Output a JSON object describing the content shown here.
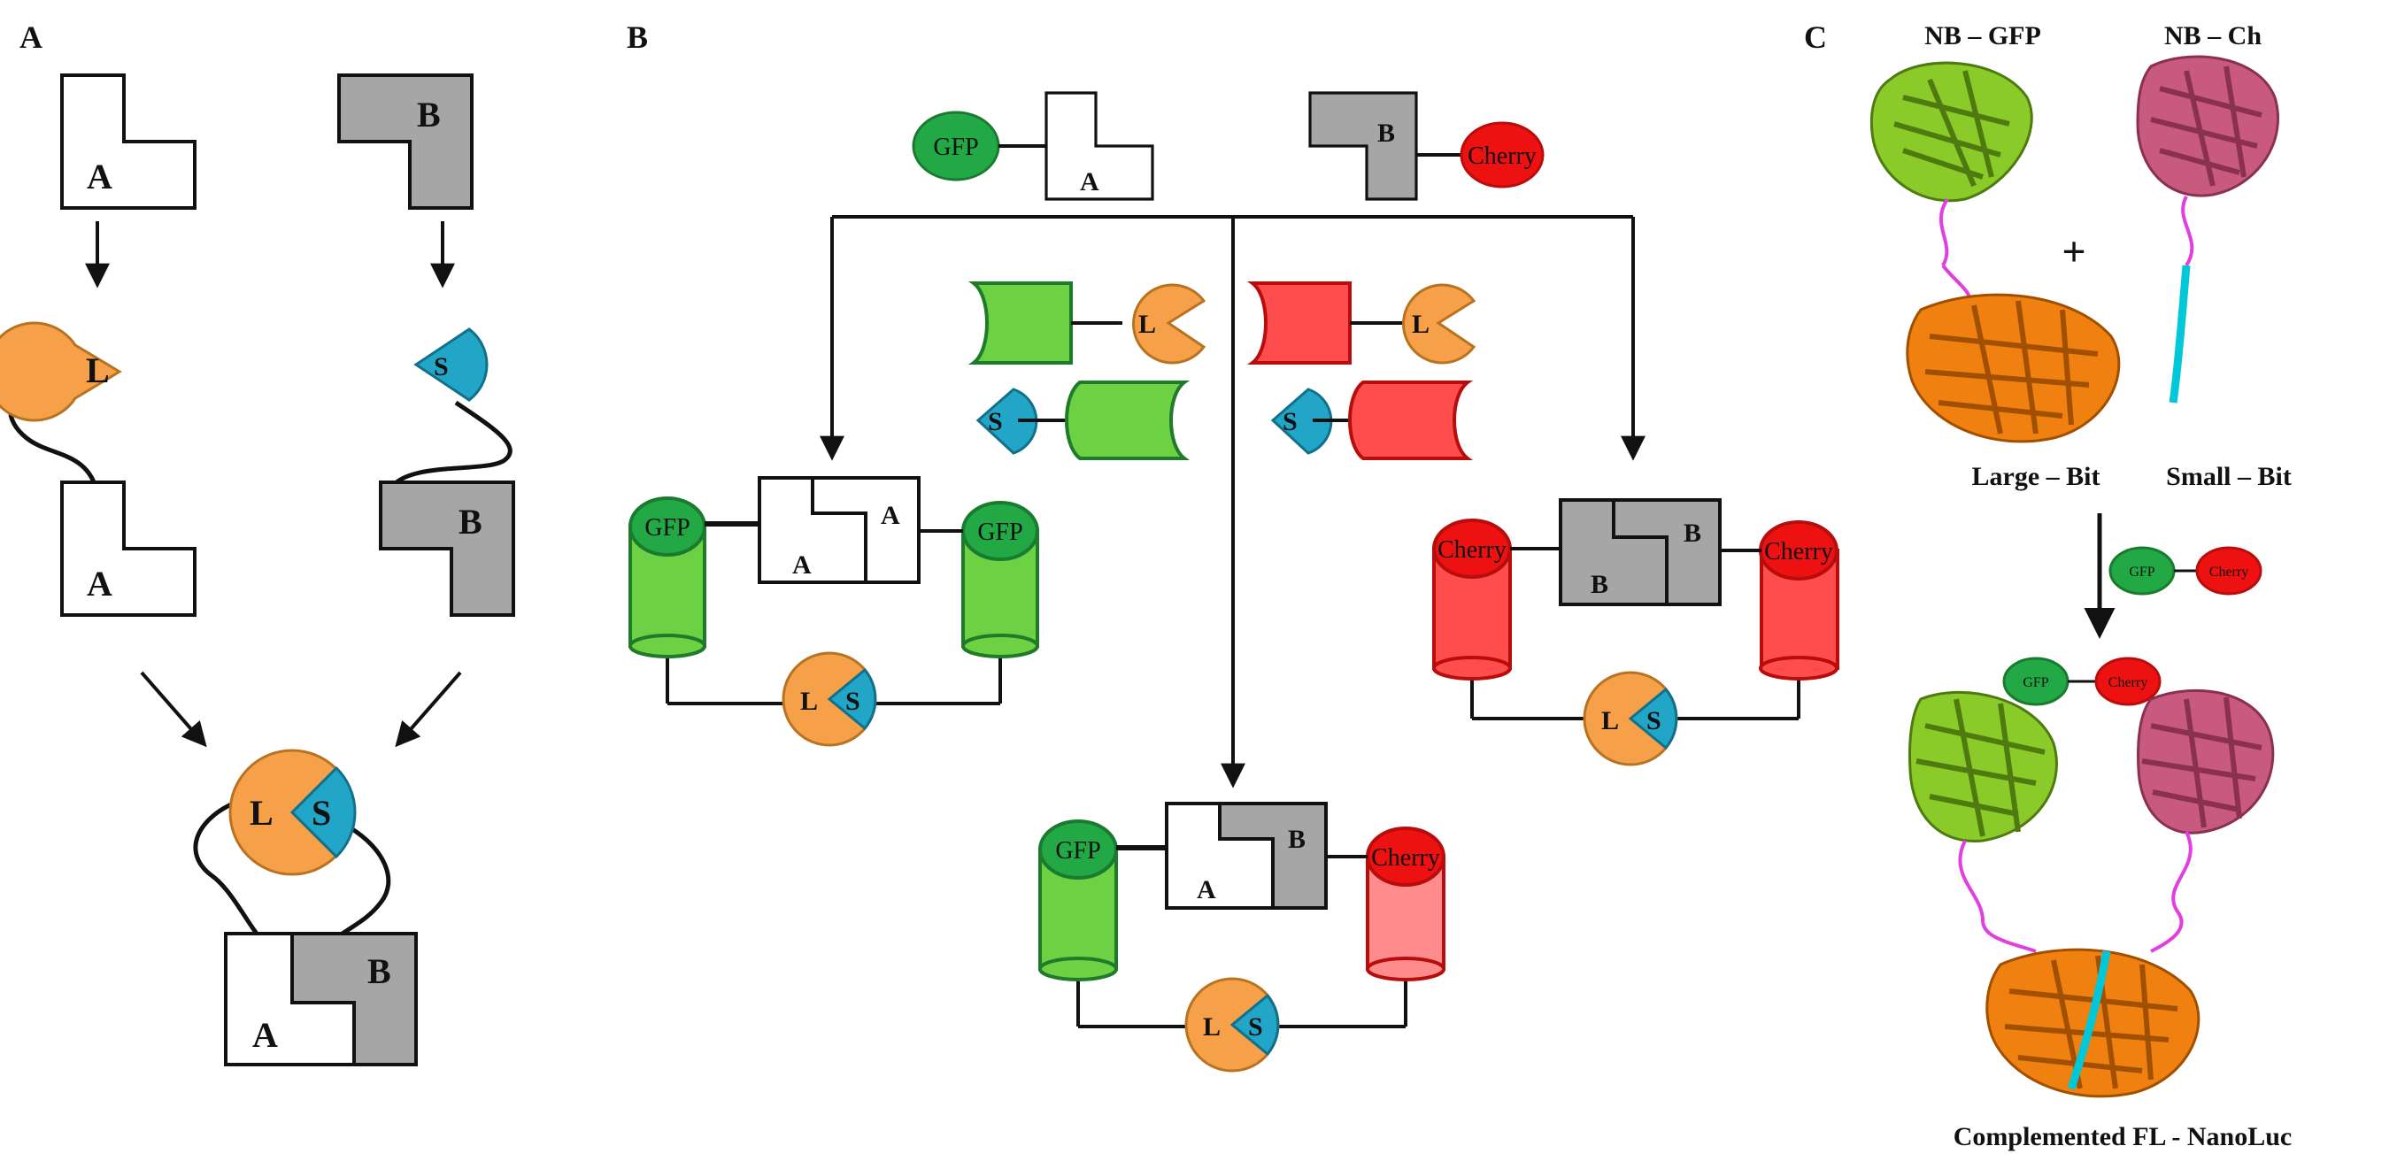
{
  "panels": {
    "a": "A",
    "b": "B",
    "c": "C"
  },
  "parts": {
    "a": "A",
    "b": "B",
    "large": "L",
    "small": "S"
  },
  "tags": {
    "gfp": "GFP",
    "cherry": "Cherry"
  },
  "panel_c": {
    "nb_gfp": "NB – GFP",
    "nb_ch": "NB – Ch",
    "plus": "+",
    "large_bit": "Large – Bit",
    "small_bit": "Small – Bit",
    "complemented": "Complemented FL - NanoLuc"
  },
  "colors": {
    "green_light": "#6dd144",
    "green_dark": "#1f9a3c",
    "red_light": "#ff4d4d",
    "red_dark": "#ee1111",
    "pink": "#ff8c8c",
    "orange": "#f6a04a",
    "teal": "#22a6c7",
    "gray": "#a6a6a6"
  },
  "icons": [
    "green-fluorescent-protein-ribbon-icon",
    "cherry-nanobody-ribbon-icon",
    "nanoluc-large-bit-ribbon-icon"
  ]
}
